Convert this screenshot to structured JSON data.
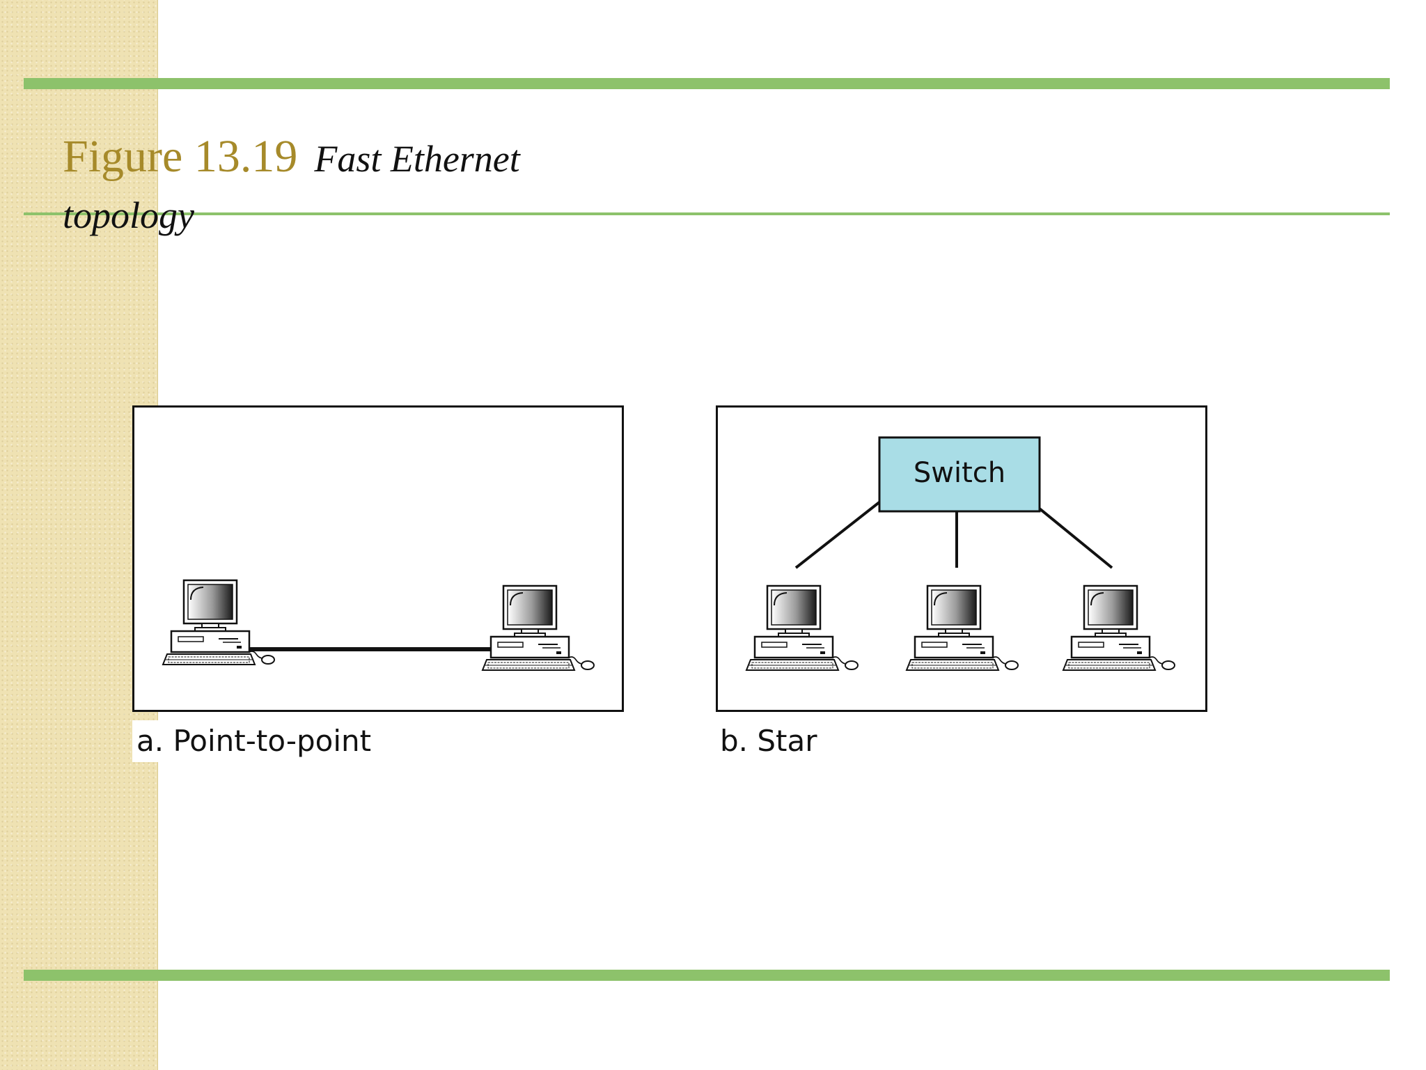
{
  "slide": {
    "figure_number": "Figure 13.19",
    "figure_caption": "Fast Ethernet topology"
  },
  "panels": {
    "a": {
      "caption": "a. Point-to-point"
    },
    "b": {
      "caption": "b. Star",
      "switch_label": "Switch"
    }
  },
  "colors": {
    "accent_rule": "#8dc26b",
    "figure_number": "#a68a2a",
    "switch_fill": "#a9dde6",
    "side_stripe": "#efe2b3"
  }
}
